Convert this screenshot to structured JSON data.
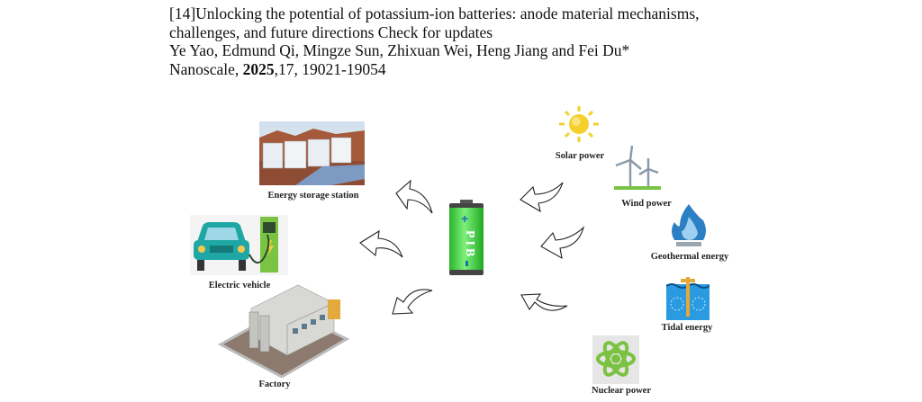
{
  "reference": {
    "title_line1": "[14]Unlocking the potential of potassium-ion batteries: anode material mechanisms,",
    "title_line2": "challenges, and future directions Check for updates",
    "authors": "Ye Yao, Edmund Qi, Mingze Sun, Zhixuan Wei, Heng Jiang and  Fei Du*",
    "journal": "Nanoscale, ",
    "year": "2025",
    "volume_pages": ",17, 19021-19054"
  },
  "figure": {
    "battery_label": "PIB",
    "applications": [
      {
        "label": "Energy storage station",
        "icon": "energy-storage-station-image"
      },
      {
        "label": "Electric vehicle",
        "icon": "electric-vehicle-image"
      },
      {
        "label": "Factory",
        "icon": "factory-image"
      }
    ],
    "sources": [
      {
        "label": "Solar power",
        "icon": "sun-icon"
      },
      {
        "label": "Wind power",
        "icon": "wind-turbine-icon"
      },
      {
        "label": "Geothermal energy",
        "icon": "flame-icon"
      },
      {
        "label": "Tidal energy",
        "icon": "tidal-turbine-icon"
      },
      {
        "label": "Nuclear power",
        "icon": "atom-icon"
      }
    ],
    "colors": {
      "battery": "#3fd23f",
      "sun": "#f3d02a",
      "tidal": "#2a9be0",
      "nuclear": "#7cc242"
    }
  }
}
